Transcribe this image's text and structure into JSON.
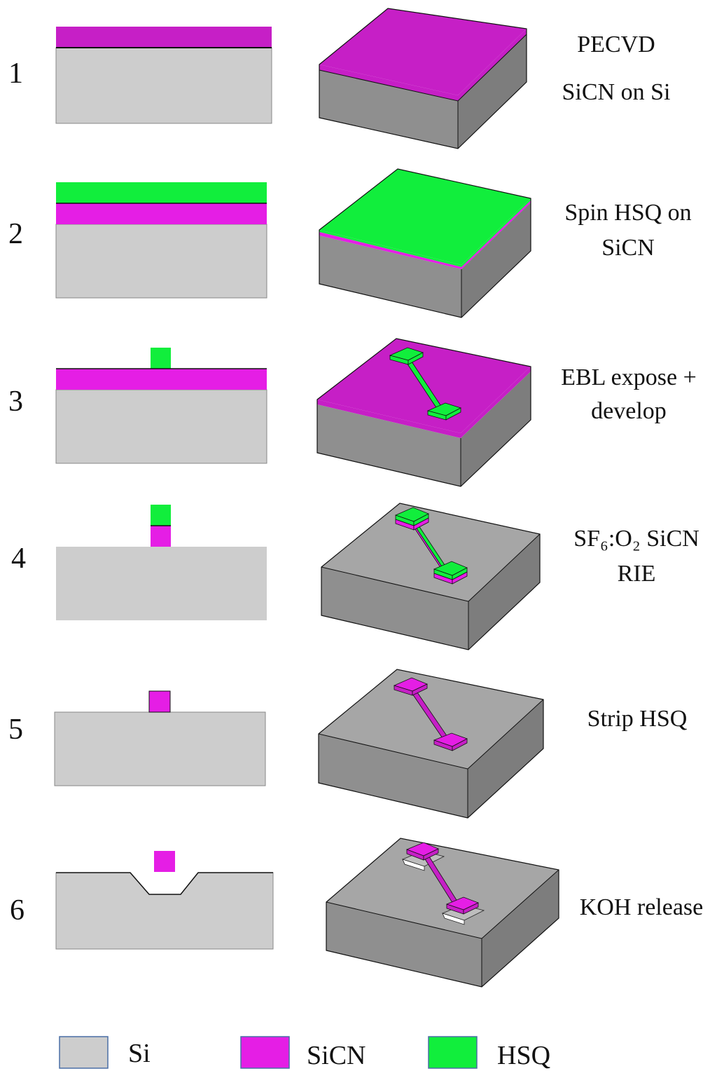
{
  "colors": {
    "si_section": "#cdcdcd",
    "sicn": "#c61fc6",
    "sicn_bright": "#e51ee5",
    "hsq": "#11ee3c",
    "si_top": "#a6a6a6",
    "si_front": "#8f8f8f",
    "si_side": "#7d7d7d",
    "outline": "#111111"
  },
  "steps": [
    {
      "number": "1",
      "label": [
        "PECVD",
        "SiCN on Si"
      ]
    },
    {
      "number": "2",
      "label": [
        "Spin HSQ on",
        "SiCN"
      ]
    },
    {
      "number": "3",
      "label": [
        "EBL expose +",
        "develop"
      ]
    },
    {
      "number": "4",
      "label": [
        "SF₆:O₂ SiCN",
        "RIE"
      ]
    },
    {
      "number": "5",
      "label": [
        "Strip HSQ"
      ]
    },
    {
      "number": "6",
      "label": [
        "KOH release"
      ]
    }
  ],
  "legend": [
    {
      "name": "Si",
      "color": "#cdcdcd"
    },
    {
      "name": "SiCN",
      "color": "#e51ee5"
    },
    {
      "name": "HSQ",
      "color": "#11ee3c"
    }
  ]
}
